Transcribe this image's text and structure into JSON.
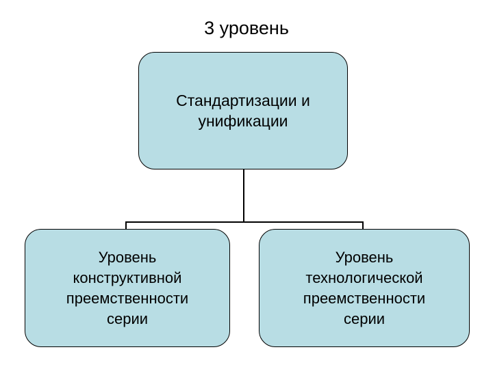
{
  "slide": {
    "title": "3 уровень",
    "background_color": "#ffffff",
    "node_fill_color": "#b8dde4",
    "node_border_color": "#000000",
    "connector_color": "#000000"
  },
  "diagram": {
    "type": "hierarchy",
    "root": {
      "id": "root",
      "label": "Стандартизации и\nунификации"
    },
    "children": [
      {
        "id": "left",
        "label": "Уровень\nконструктивной\nпреемственности\nсерии"
      },
      {
        "id": "right",
        "label": "Уровень\nтехнологической\nпреемственности\nсерии"
      }
    ],
    "connectors": [
      {
        "id": "trunk",
        "from": "root",
        "to": "bar"
      },
      {
        "id": "bar",
        "from": "trunk",
        "to": "children"
      },
      {
        "id": "drop-left",
        "from": "bar",
        "to": "left"
      },
      {
        "id": "drop-right",
        "from": "bar",
        "to": "right"
      }
    ]
  }
}
